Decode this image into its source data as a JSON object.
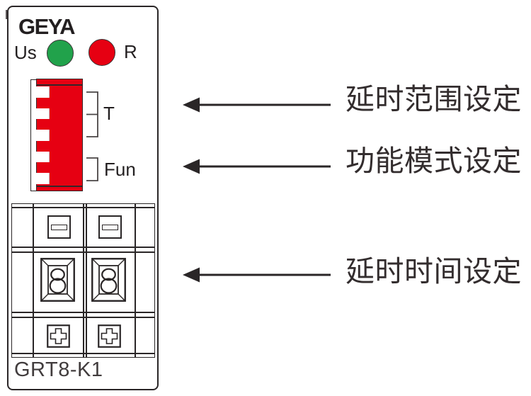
{
  "device": {
    "brand": "GEYA",
    "model": "GRT8-K1",
    "leds": {
      "us_label": "Us",
      "r_label": "R",
      "us_color": "#21A24B",
      "r_color": "#E60012"
    },
    "dip_switch": {
      "body_color": "#E60012",
      "switch_count": 5,
      "t_group_label": "T",
      "fun_group_label": "Fun"
    },
    "dials": {
      "left_value": "8",
      "right_value": "8"
    }
  },
  "annotations": {
    "delay_range_label": "延时范围设定",
    "function_mode_label": "功能模式设定",
    "delay_time_label": "延时时间设定"
  }
}
